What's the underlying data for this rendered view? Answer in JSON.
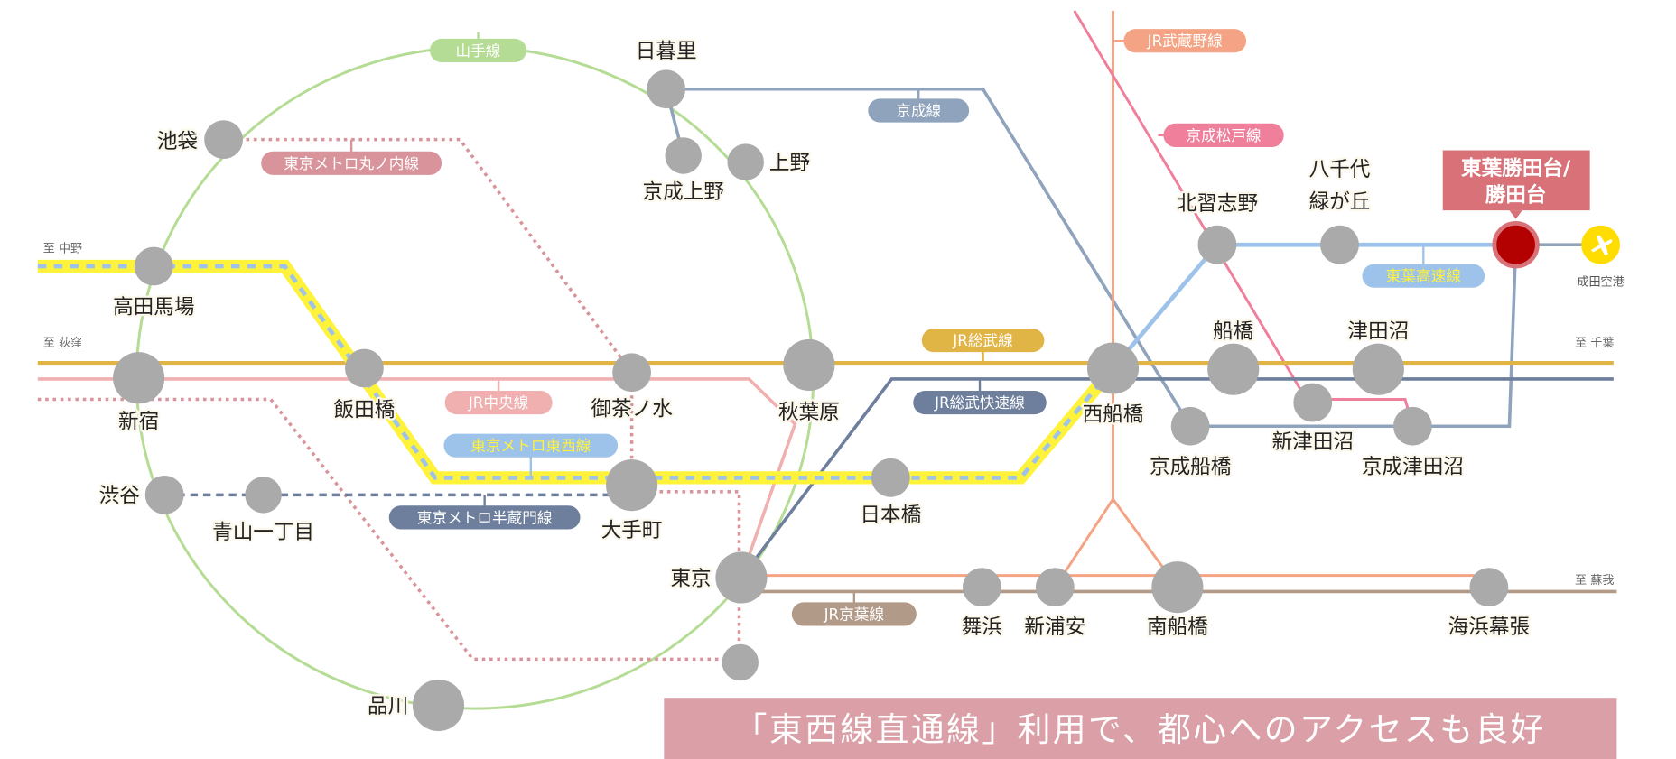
{
  "colors": {
    "station": "#aaaaaa",
    "yamanote": "#b5dc94",
    "marunouchi": "#d8939b",
    "keisei": "#8fa3bc",
    "musashino": "#f4a484",
    "matsudo": "#ef7f9a",
    "toyo": "#9dc3ea",
    "sobu": "#e1b446",
    "sobu_rapid": "#6d7f9c",
    "chuo": "#f0b0b0",
    "tozai_band": "#fff23a",
    "hanzomon": "#6d7f9c",
    "keiyo": "#b29a88",
    "target": "#d87278",
    "target_dot": "#b30000",
    "airport": "#ffdd00",
    "banner": "#dba0a7"
  },
  "lines": {
    "yamanote": "山手線",
    "marunouchi": "東京メトロ丸ノ内線",
    "keisei": "京成線",
    "musashino": "JR武蔵野線",
    "matsudo": "京成松戸線",
    "toyo": "東葉高速線",
    "sobu": "JR総武線",
    "sobu_rapid": "JR総武快速線",
    "chuo": "JR中央線",
    "tozai": "東京メトロ東西線",
    "hanzomon": "東京メトロ半蔵門線",
    "keiyo": "JR京葉線"
  },
  "stations": {
    "nippori": "日暮里",
    "keisei_ueno": "京成上野",
    "ueno": "上野",
    "ikebukuro": "池袋",
    "takadanobaba": "高田馬場",
    "shinjuku": "新宿",
    "iidabashi": "飯田橋",
    "ochanomizu": "御茶ノ水",
    "akihabara": "秋葉原",
    "shibuya": "渋谷",
    "aoyama": "青山一丁目",
    "otemachi": "大手町",
    "nihonbashi": "日本橋",
    "tokyo": "東京",
    "shinagawa": "品川",
    "maihama": "舞浜",
    "shinurayasu": "新浦安",
    "minamifunabashi": "南船橋",
    "kaihinmakuhari": "海浜幕張",
    "nishifunabashi": "西船橋",
    "funabashi": "船橋",
    "tsudanuma": "津田沼",
    "keisei_funabashi": "京成船橋",
    "shintsudanuma": "新津田沼",
    "keisei_tsudanuma": "京成津田沼",
    "kitanarashino": "北習志野",
    "yachiyo_1": "八千代",
    "yachiyo_2": "緑が丘",
    "target_1": "東葉勝田台/",
    "target_2": "勝田台",
    "airport": "成田空港"
  },
  "directions": {
    "nakano": "至 中野",
    "ogikubo": "至 荻窪",
    "chiba": "至 千葉",
    "soga": "至 蘇我"
  },
  "banner": "「東西線直通線」利用で、都心へのアクセスも良好",
  "icons": {
    "airport": "airplane-icon"
  }
}
